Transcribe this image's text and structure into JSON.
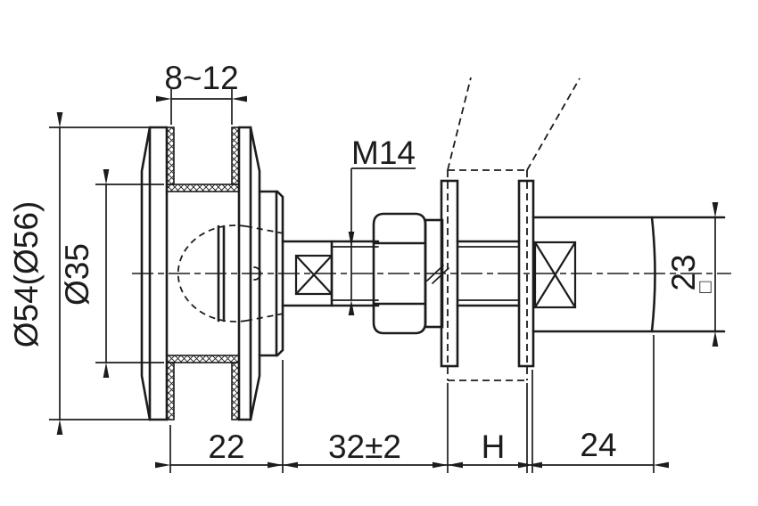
{
  "drawing": {
    "title": "Glass clamp standoff bolt - dimensioned side view",
    "colors": {
      "ink": "#1c1c1c",
      "background": "#ffffff"
    }
  },
  "labels": {
    "glass_range": "8~12",
    "thread": "M14",
    "outer_dia": "Ø54(Ø56)",
    "boss_dia": "Ø35",
    "square_side": "23",
    "clamp_depth": "22",
    "adjust_len": "32±2",
    "post_size": "H",
    "tail_len": "24"
  },
  "symbols": {
    "square_section_icon": "□"
  }
}
